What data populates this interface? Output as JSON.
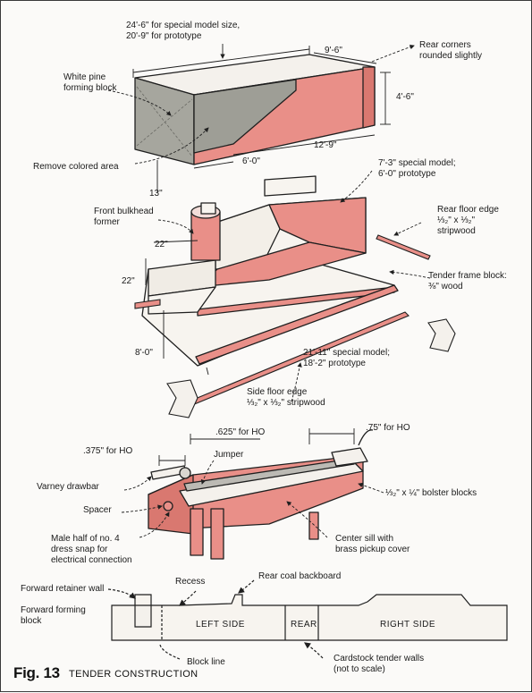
{
  "figure": {
    "number": "Fig. 13",
    "caption": "TENDER CONSTRUCTION"
  },
  "colors": {
    "pink": "#e98f88",
    "pink_dark": "#d97870",
    "block_gray": "#9a9a92",
    "line": "#1f1f1f",
    "paper": "#fbfaf8"
  },
  "labels": {
    "dim_length": "24'-6\" for special model size,\n20'-9\" for prototype",
    "dim_width": "9'-6\"",
    "rear_corners": "Rear corners\nrounded slightly",
    "white_pine": "White pine\nforming block",
    "dim_height": "4'-6\"",
    "dim_12_9": "12'-9\"",
    "dim_6_0": "6'-0\"",
    "remove_colored": "Remove colored area",
    "dim_13": "13\"",
    "dim_7_3": "7'-3\" special model;\n6'-0\" prototype",
    "front_bulkhead": "Front bulkhead\nformer",
    "rear_floor_edge": "Rear floor edge\n⅓₂\" x ⅓₂\"\nstripwood",
    "dim_22_top": "22\"",
    "dim_22_left": "22\"",
    "tender_frame": "Tender frame block:\n⅜\" wood",
    "dim_8_0": "8'-0\"",
    "dim_21_11": "21'-11\" special model;\n18'-2\" prototype",
    "side_floor_edge": "Side floor edge\n⅓₂\" x ⅓₂\" stripwood",
    "ho_625": ".625\" for HO",
    "ho_75": ".75\" for HO",
    "ho_375": ".375\" for HO",
    "jumper": "Jumper",
    "varney_drawbar": "Varney drawbar",
    "bolster_blocks": "⅓₂\" x ¼\" bolster blocks",
    "spacer": "Spacer",
    "male_half": "Male half of no. 4\ndress snap for\nelectrical connection",
    "center_sill": "Center sill with\nbrass pickup cover",
    "recess": "Recess",
    "rear_coal": "Rear coal backboard",
    "forward_retainer": "Forward retainer wall",
    "forward_forming": "Forward forming\nblock",
    "block_line": "Block line",
    "cardstock": "Cardstock tender walls\n(not to scale)"
  },
  "walls": {
    "left_side": "LEFT SIDE",
    "rear": "REAR",
    "right_side": "RIGHT SIDE"
  }
}
